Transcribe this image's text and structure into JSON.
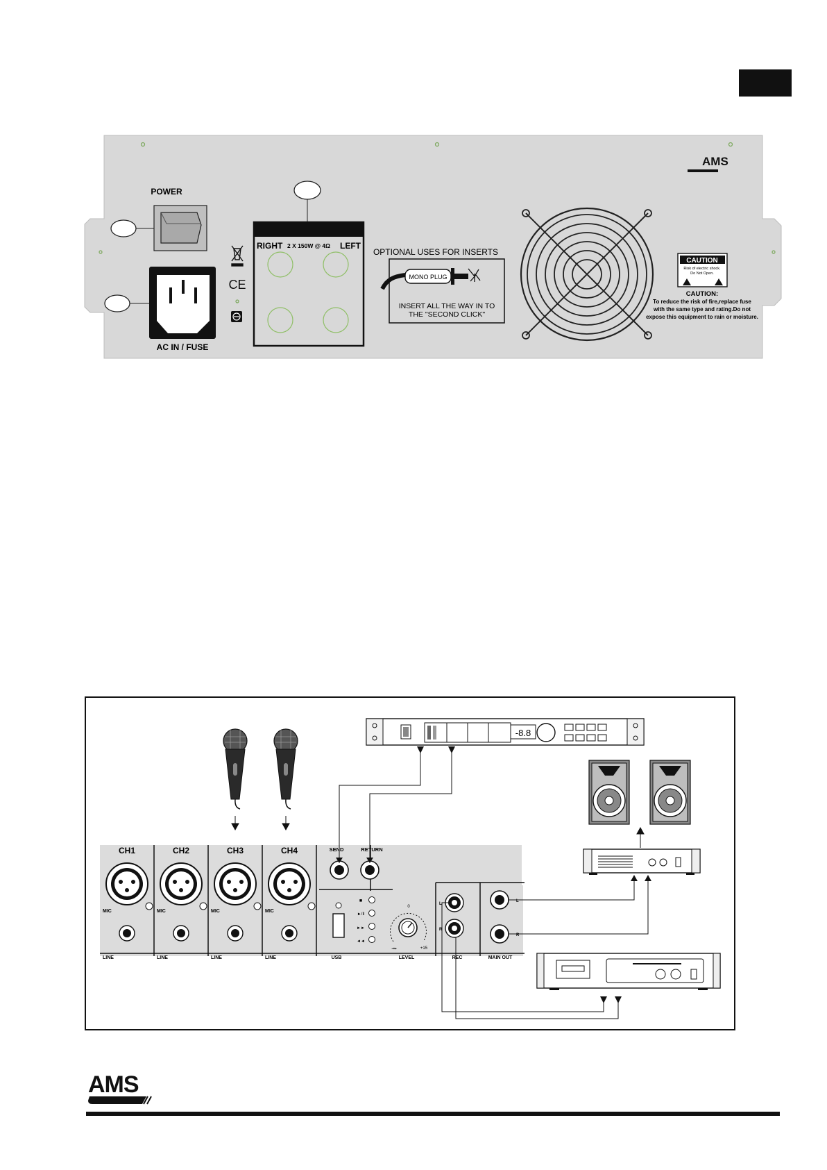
{
  "brand": "AMS",
  "colors": {
    "panel": "#d8d8d8",
    "ink": "#111111",
    "connector_ring": "#8fbf66",
    "mixer_panel": "#dcdcdc"
  },
  "rear_panel": {
    "brand": "AMS",
    "power_label": "POWER",
    "ac_label": "AC IN / FUSE",
    "speaker_right": "RIGHT",
    "speaker_left": "LEFT",
    "speaker_spec": "2 X 150W @ 4Ω",
    "inserts_title": "OPTIONAL USES FOR INSERTS",
    "mono_plug": "MONO PLUG",
    "insert_line1": "INSERT ALL THE WAY IN TO",
    "insert_line2": "THE \"SECOND CLICK\"",
    "ce_mark": "CE",
    "caution_badge": "CAUTION",
    "caution_badge_sub1": "Risk of electric shock.",
    "caution_badge_sub2": "Do Not Open.",
    "caution_title": "CAUTION:",
    "caution_line1": "To reduce the risk of fire,replace fuse",
    "caution_line2": "with the same type and rating.Do not",
    "caution_line3": "expose this equipment to rain or moisture."
  },
  "setup": {
    "channels": [
      "CH1",
      "CH2",
      "CH3",
      "CH4"
    ],
    "mic_label": "MIC",
    "line_label": "LINE",
    "send": "SEND",
    "return": "RETURN",
    "usb": "USB",
    "level": "LEVEL",
    "level_min": "-∞",
    "level_zero": "0",
    "level_max": "+15",
    "rec": "REC",
    "main_out": "MAIN OUT",
    "left_short": "L",
    "right_short": "R",
    "display_readout": "-8.8",
    "transport": [
      "■",
      "►/Ⅱ",
      "►►",
      "◄◄"
    ]
  }
}
